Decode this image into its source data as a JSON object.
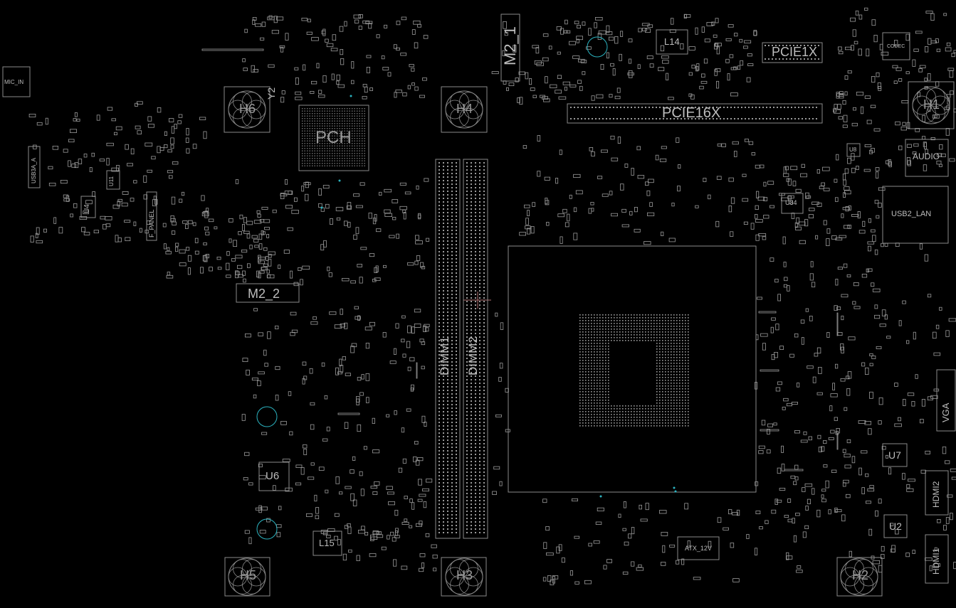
{
  "title": "",
  "colors": {
    "background": "#000000",
    "outline": "#8a8a8a",
    "pad": "#9a9a9a",
    "text": "#c8c8c8",
    "via": "#2bb3c0"
  },
  "labels": {
    "m2_1": "M2_1",
    "m2_2": "M2_2",
    "pcie16x": "PCIE16X",
    "pcie1x": "PCIE1X",
    "pch": "PCH",
    "dimm1": "DIMM1",
    "dimm2": "DIMM2",
    "l14": "L14",
    "l15": "L15",
    "u6": "U6",
    "u7": "U7",
    "u2": "U2",
    "u4": "U4",
    "u11": "U11",
    "u84": "U84",
    "u8": "U8",
    "audio": "AUDIO",
    "usb2_lan": "USB2_LAN",
    "vga": "VGA",
    "hdmi1": "HDMI1",
    "hdmi2": "HDMI2",
    "codec": "CODEC",
    "atx_12v": "ATX_12V",
    "mic_in": "MIC_IN",
    "usb3a_a": "USB3A_A",
    "f_panel": "F_PANEL",
    "y2": "Y2",
    "h1": "H1",
    "h2": "H2",
    "h3": "H3",
    "h4": "H4",
    "h5": "H5",
    "h6": "H6"
  }
}
